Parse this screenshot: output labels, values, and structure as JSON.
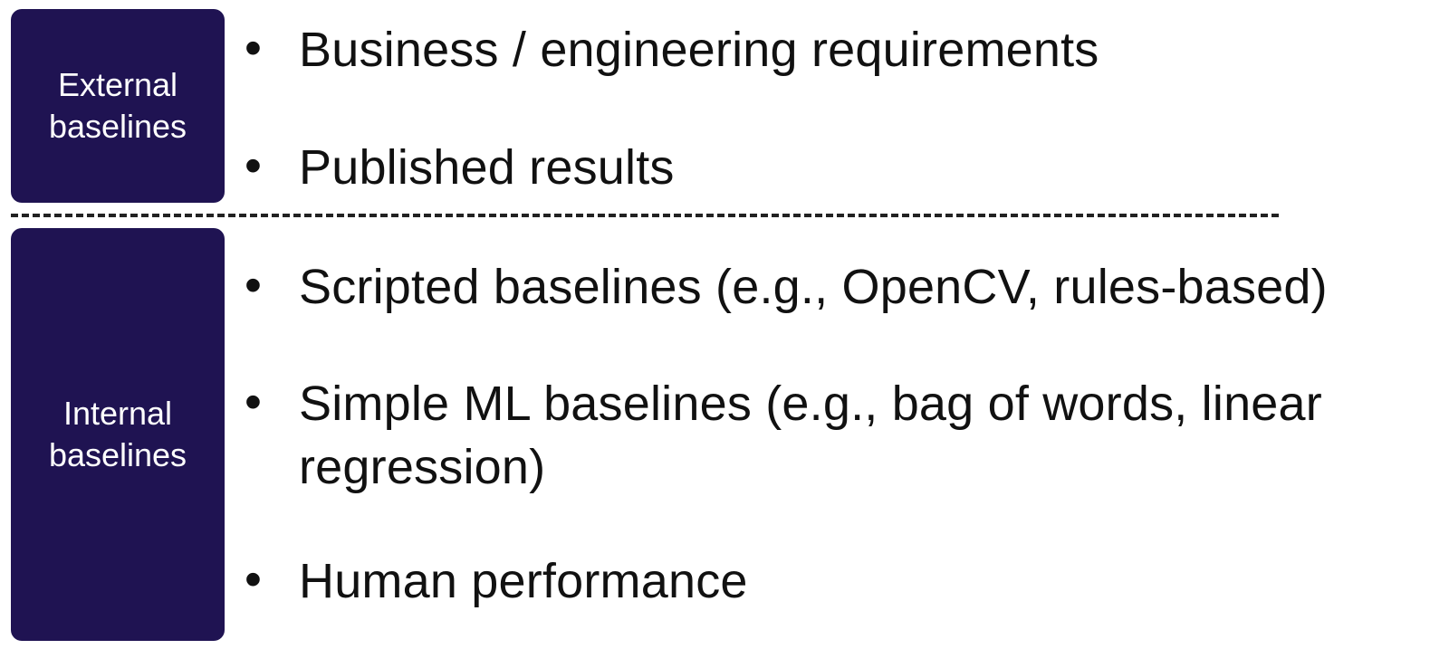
{
  "groups": {
    "external": {
      "label": "External\nbaselines"
    },
    "internal": {
      "label": "Internal\nbaselines"
    }
  },
  "bullet_symbol": "•",
  "external_items": [
    "Business / engineering requirements",
    "Published results"
  ],
  "internal_items": [
    "Scripted baselines (e.g., OpenCV, rules-based)",
    "Simple ML baselines (e.g., bag of words, linear regression)",
    "Human performance"
  ],
  "colors": {
    "box_fill": "#1f1352",
    "box_text": "#ffffff",
    "body_text": "#111111",
    "divider": "#222222"
  }
}
